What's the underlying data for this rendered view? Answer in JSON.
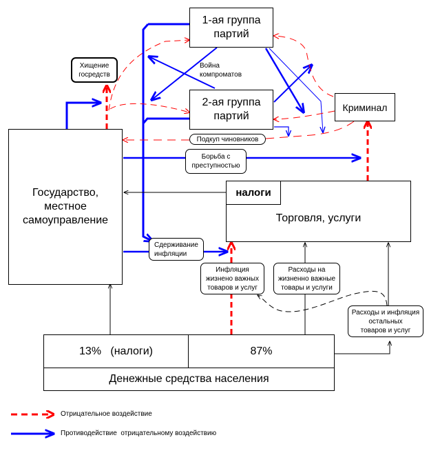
{
  "colors": {
    "negative": "#ff0000",
    "counter": "#0000ff",
    "neutral": "#000000"
  },
  "nodes": {
    "party1": "1-ая группа\nпартий",
    "party2": "2-ая группа\nпартий",
    "theft": "Хищение\nгосредств",
    "criminal": "Криминал",
    "state": "Государство,\nместное\nсамоуправление",
    "trade_tax": "налоги",
    "trade": "Торговля, услуги",
    "money_tax": "13%   (налоги)",
    "money_rest": "87%",
    "money": "Денежные средства населения"
  },
  "labels": {
    "war": "Война\nкомпроматов",
    "bribery": "Подкуп чиновников",
    "fight_crime": "Борьба с\nпреступностью",
    "restrain_inflation": "Сдерживание\nинфляции",
    "inflation_vital": "Инфляция\nжизнено важных\nтоваров и услуг",
    "spend_vital": "Расходы на\nжизненно важные\nтовары и услуги",
    "spend_other": "Расходы и инфляция\nостальных\nтоваров и услуг"
  },
  "legend": [
    {
      "type": "negative",
      "text": "Отрицательное воздействие"
    },
    {
      "type": "counter",
      "text": "Противодействие  отрицательному воздействию"
    }
  ]
}
